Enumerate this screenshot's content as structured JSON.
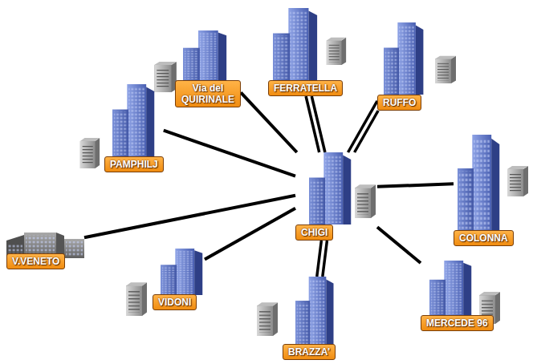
{
  "diagram": {
    "nodes": [
      {
        "text": [
          "Via del QUIRINALE"
        ]
      },
      {
        "text": [
          "FERRATELLA"
        ]
      },
      {
        "text": [
          "RUFFO"
        ]
      },
      {
        "text": [
          "PAMPHILJ"
        ]
      },
      {
        "text": [
          "CHIGI"
        ]
      },
      {
        "text": [
          "COLONNA"
        ]
      },
      {
        "text": [
          "V.VENETO"
        ]
      },
      {
        "text": [
          "VIDONI"
        ]
      },
      {
        "text": [
          "BRAZZA'"
        ]
      },
      {
        "text": [
          "MERCEDE 96"
        ]
      }
    ],
    "edges": [
      {
        "from": 4,
        "to": 0,
        "arrow": "none"
      },
      {
        "from": 4,
        "to": 1,
        "arrow": "none"
      },
      {
        "from": 4,
        "to": 1,
        "arrow": "none"
      },
      {
        "from": 4,
        "to": 2,
        "arrow": "none"
      },
      {
        "from": 4,
        "to": 2,
        "arrow": "none"
      },
      {
        "from": 4,
        "to": 3,
        "arrow": "none"
      },
      {
        "from": 4,
        "to": 5,
        "arrow": "none"
      },
      {
        "from": 4,
        "to": 6,
        "arrow": "none"
      },
      {
        "from": 4,
        "to": 7,
        "arrow": "none"
      },
      {
        "from": 4,
        "to": 8,
        "arrow": "none"
      },
      {
        "from": 4,
        "to": 8,
        "arrow": "none"
      },
      {
        "from": 4,
        "to": 9,
        "arrow": "none"
      }
    ]
  }
}
